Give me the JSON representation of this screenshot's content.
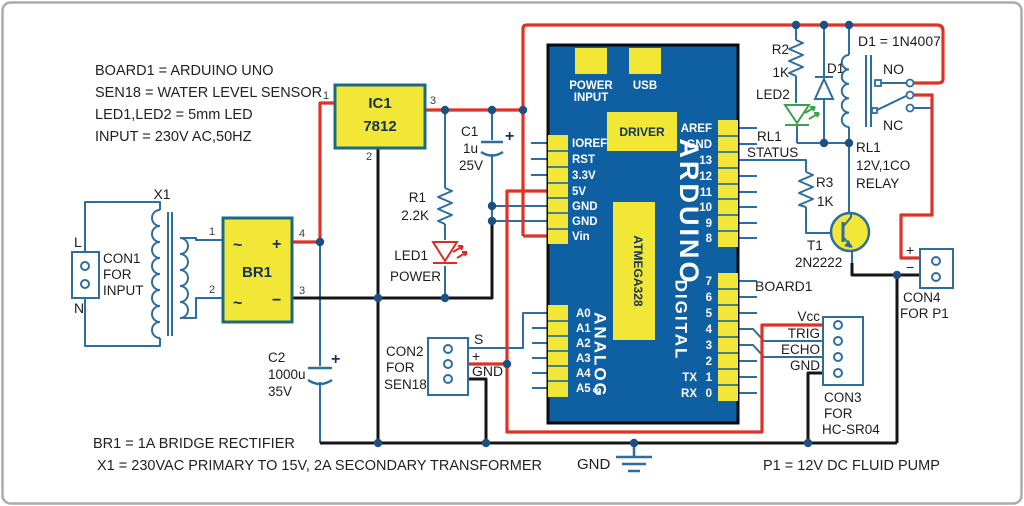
{
  "colors": {
    "wire_blue": "#2d6e9e",
    "wire_red": "#dd3326",
    "wire_black": "#151515",
    "component_yellow": "#f2e636",
    "arduino_blue": "#0f5fa3",
    "led_green": "#3aa24a",
    "junction_dot": "#1d4f80",
    "outline_teal": "#1b6a85"
  },
  "legend_top": {
    "l1": "BOARD1 = ARDUINO UNO",
    "l2": "SEN18 = WATER LEVEL SENSOR",
    "l3": "LED1,LED2 = 5mm LED",
    "l4": "INPUT = 230V AC,50HZ"
  },
  "legend_bottom": {
    "l1": "BR1 = 1A BRIDGE RECTIFIER",
    "l2": "X1 = 230VAC PRIMARY TO 15V, 2A SECONDARY TRANSFORMER"
  },
  "notes": {
    "d1": "D1 = 1N4007",
    "p1": "P1 = 12V DC FLUID PUMP"
  },
  "gnd_label": "GND",
  "board1_ref": "BOARD1",
  "con1": {
    "name": "CON1",
    "purpose": "FOR",
    "target": "INPUT",
    "live": "L",
    "neutral": "N"
  },
  "x1": {
    "ref": "X1"
  },
  "br1": {
    "ref": "BR1",
    "p1": "1",
    "p2": "2",
    "p3": "3",
    "p4": "4",
    "ac1": "~",
    "ac2": "~",
    "plus": "+",
    "minus": "−"
  },
  "ic1": {
    "ref": "IC1",
    "part": "7812",
    "p1": "1",
    "p2": "2",
    "p3": "3"
  },
  "c1": {
    "ref": "C1",
    "value": "1u",
    "volt": "25V",
    "plus": "+"
  },
  "c2": {
    "ref": "C2",
    "value": "1000u",
    "volt": "35V",
    "plus": "+"
  },
  "r1": {
    "ref": "R1",
    "value": "2.2K"
  },
  "r2": {
    "ref": "R2",
    "value": "1K"
  },
  "r3": {
    "ref": "R3",
    "value": "1K"
  },
  "led1": {
    "ref": "LED1",
    "caption": "POWER"
  },
  "led2": {
    "ref": "LED2",
    "cap1": "RL1",
    "cap2": "STATUS"
  },
  "d1": {
    "ref": "D1"
  },
  "t1": {
    "ref": "T1",
    "part": "2N2222"
  },
  "relay": {
    "ref": "RL1",
    "spec": "12V,1CO",
    "kind": "RELAY",
    "no": "NO",
    "nc": "NC"
  },
  "con4": {
    "name": "CON4",
    "purpose": "FOR P1",
    "plus": "+",
    "minus": "−"
  },
  "con3": {
    "name": "CON3",
    "purpose": "FOR",
    "target": "HC-SR04",
    "pins": [
      "Vcc",
      "TRIG",
      "ECHO",
      "GND"
    ]
  },
  "con2": {
    "name": "CON2",
    "purpose": "FOR",
    "target": "SEN18",
    "pins": [
      "S",
      "+",
      "GND"
    ]
  },
  "arduino": {
    "power1": "POWER",
    "power2": "INPUT",
    "usb": "USB",
    "driver": "DRIVER",
    "brand": "ARDUINO",
    "digital": "DIGITAL",
    "analog": "ANALOG",
    "mcu": "ATMEGA328",
    "logo": "∞",
    "tx": "TX",
    "rx": "RX",
    "left_pins": [
      "IOREF",
      "RST",
      "3.3V",
      "5V",
      "GND",
      "GND",
      "Vin"
    ],
    "right_pins_upper": [
      "AREF",
      "GND",
      "13",
      "12",
      "11",
      "10",
      "9",
      "8"
    ],
    "right_pins_lower": [
      "7",
      "6",
      "5",
      "4",
      "3",
      "2",
      "1",
      "0"
    ],
    "analog_pins": [
      "A0",
      "A1",
      "A2",
      "A3",
      "A4",
      "A5"
    ]
  }
}
